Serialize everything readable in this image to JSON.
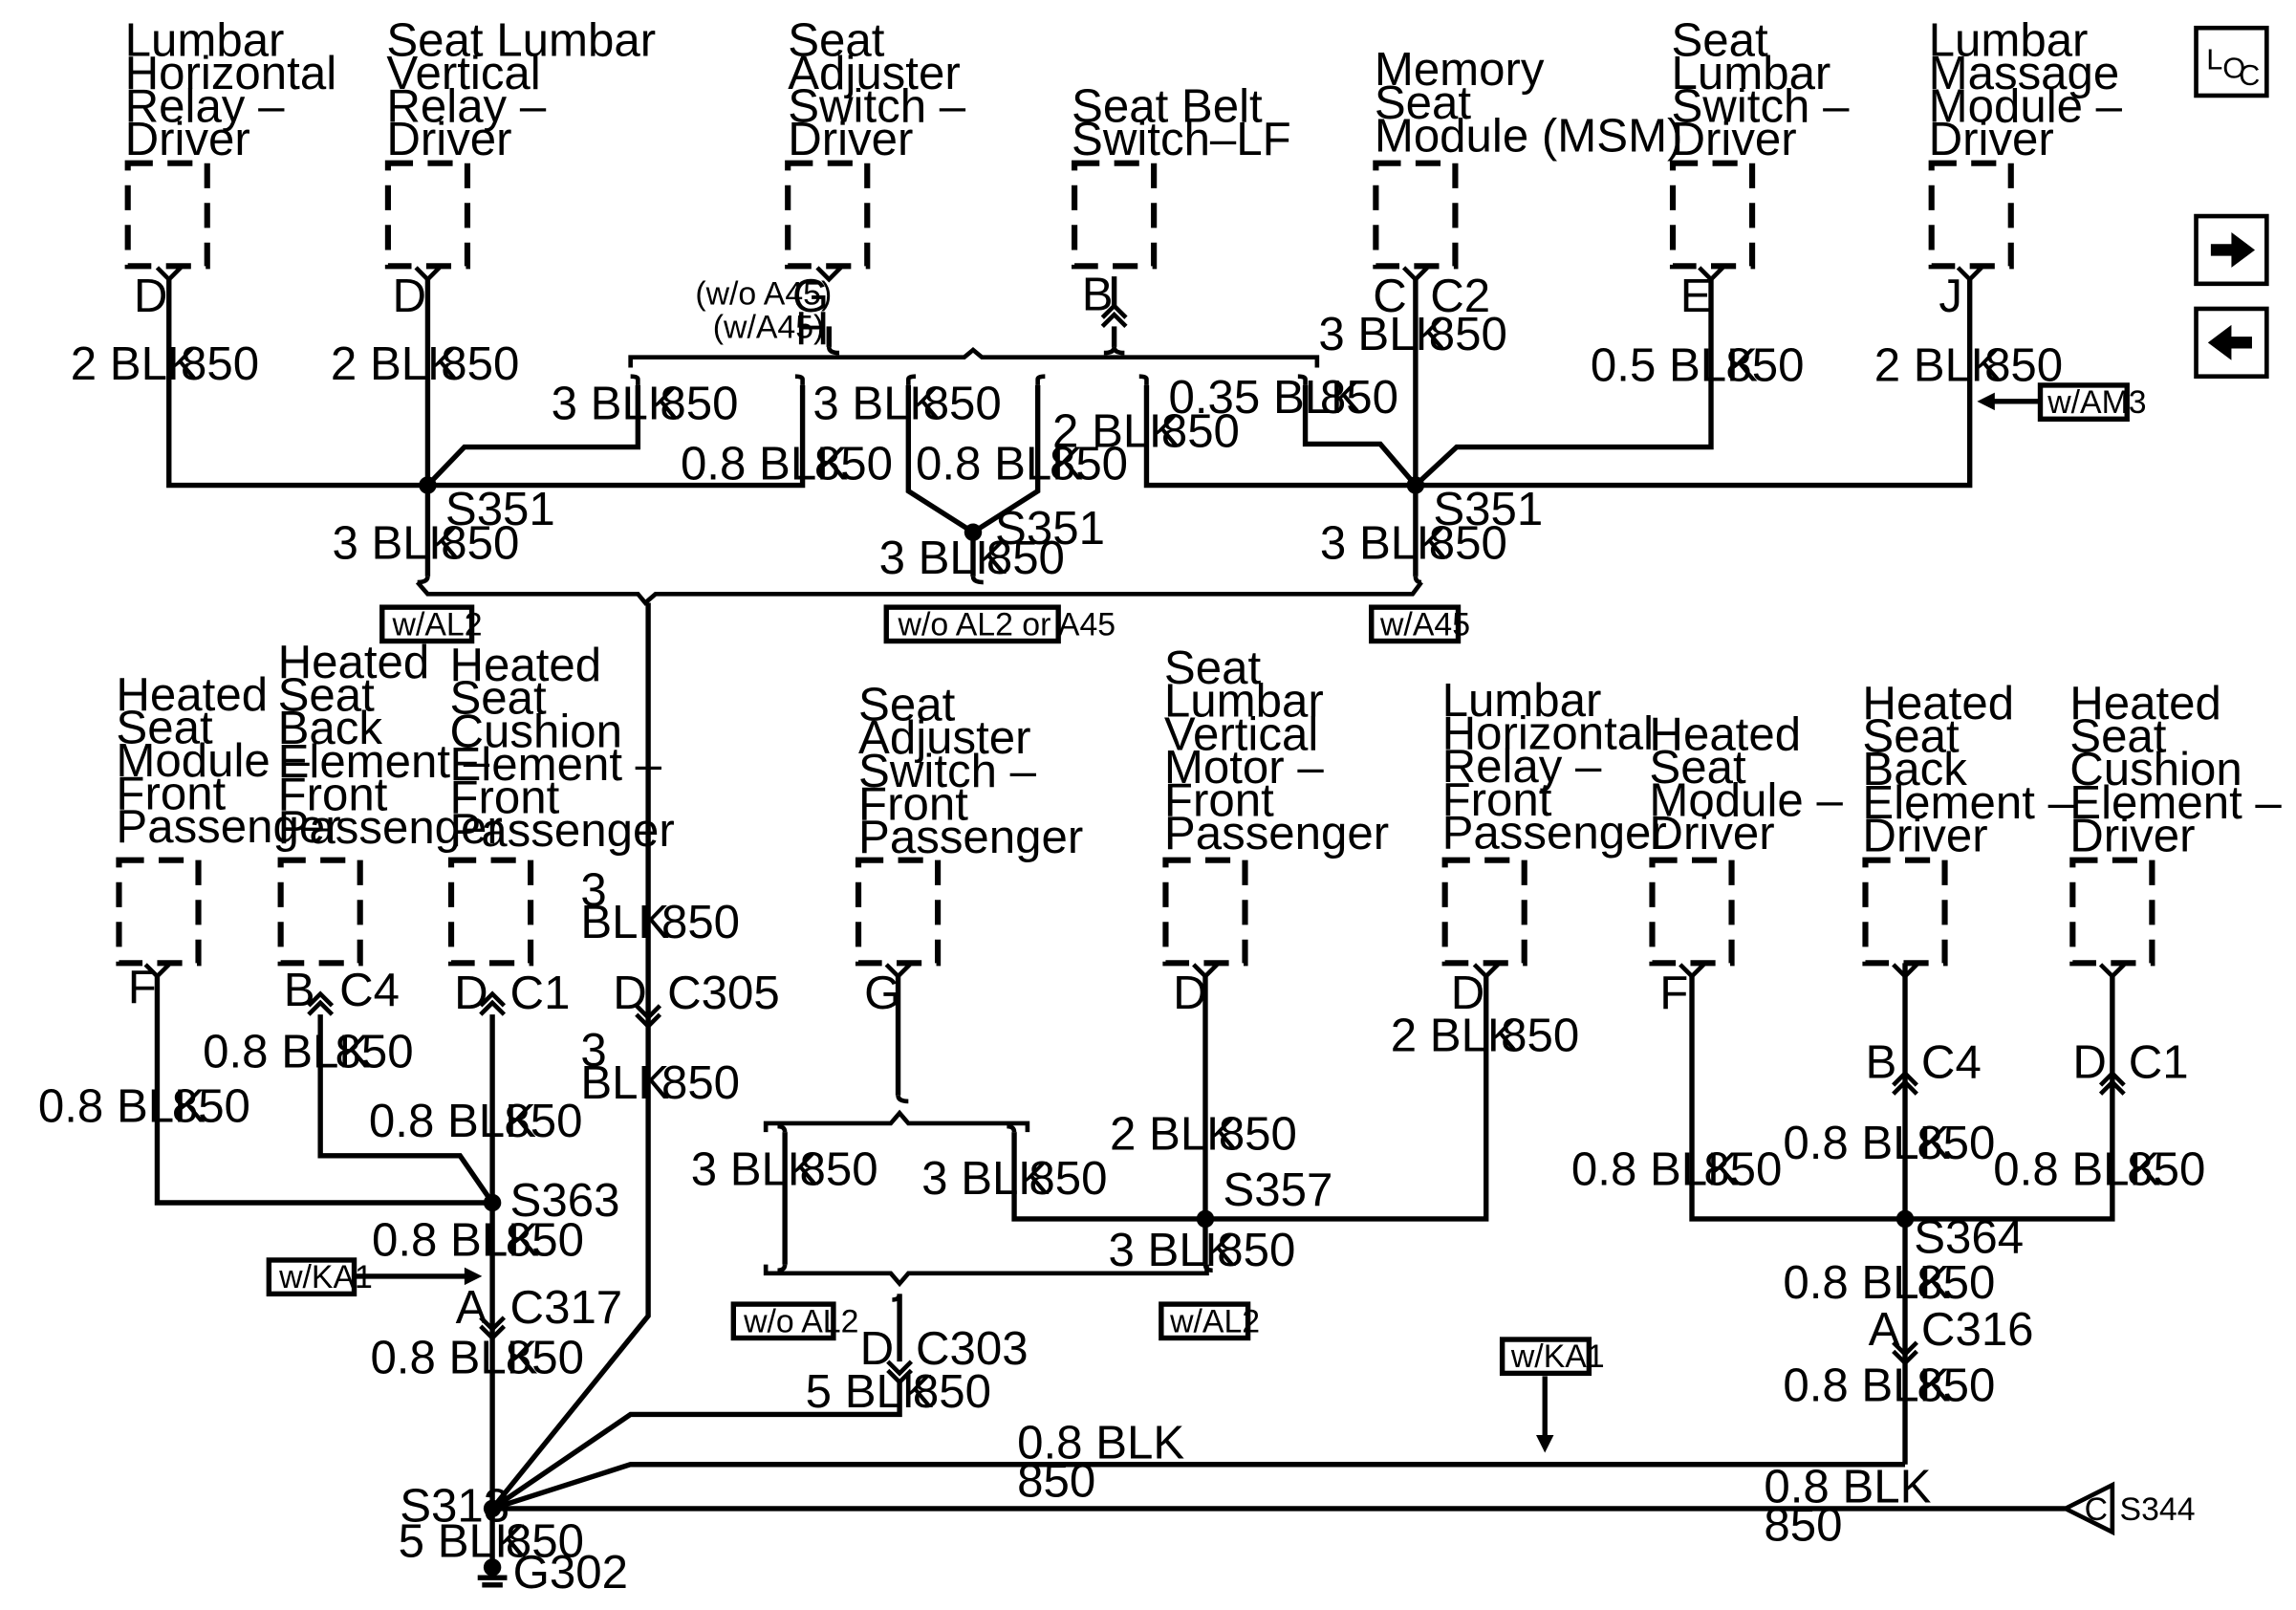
{
  "components": {
    "lumbar_horiz_driver": [
      "Lumbar",
      "Horizontal",
      "Relay –",
      "Driver"
    ],
    "seat_lumbar_vert_driver": [
      "Seat Lumbar",
      "Vertical",
      "Relay –",
      "Driver"
    ],
    "seat_adjuster_driver": [
      "Seat",
      "Adjuster",
      "Switch –",
      "Driver"
    ],
    "seat_belt_switch": [
      "Seat Belt",
      "Switch–LF"
    ],
    "memory_seat_module": [
      "Memory",
      "Seat",
      "Module (MSM)"
    ],
    "seat_lumbar_switch_driver": [
      "Seat",
      "Lumbar",
      "Switch –",
      "Driver"
    ],
    "lumbar_massage_driver": [
      "Lumbar",
      "Massage",
      "Module –",
      "Driver"
    ],
    "heated_module_fp": [
      "Heated",
      "Seat",
      "Module –",
      "Front",
      "Passenger"
    ],
    "heated_back_fp": [
      "Heated",
      "Seat",
      "Back",
      "Element –",
      "Front",
      "Passenger"
    ],
    "heated_cushion_fp": [
      "Heated",
      "Seat",
      "Cushion",
      "Element –",
      "Front",
      "Passenger"
    ],
    "seat_adjuster_fp": [
      "Seat",
      "Adjuster",
      "Switch –",
      "Front",
      "Passenger"
    ],
    "seat_lumbar_motor_fp": [
      "Seat",
      "Lumbar",
      "Vertical",
      "Motor –",
      "Front",
      "Passenger"
    ],
    "lumbar_horiz_fp": [
      "Lumbar",
      "Horizontal",
      "Relay –",
      "Front",
      "Passenger"
    ],
    "heated_module_driver": [
      "Heated",
      "Seat",
      "Module –",
      "Driver"
    ],
    "heated_back_driver": [
      "Heated",
      "Seat",
      "Back",
      "Element –",
      "Driver"
    ],
    "heated_cushion_driver": [
      "Heated",
      "Seat",
      "Cushion",
      "Element –",
      "Driver"
    ]
  },
  "pins": {
    "d1": "D",
    "d2": "D",
    "g1": "G",
    "h1": "H",
    "wo_a45": "(w/o A45)",
    "w_a45": "(w/A45)",
    "b1": "B",
    "c1": "C",
    "c2": "C2",
    "e1": "E",
    "j1": "J",
    "f1": "F",
    "b2": "B",
    "c4a": "C4",
    "d3": "D",
    "c1a": "C1",
    "d4": "D",
    "c305": "C305",
    "g2": "G",
    "d5": "D",
    "d6": "D",
    "f2": "F",
    "b3": "B",
    "c4b": "C4",
    "d7": "D",
    "c1b": "C1",
    "a1": "A",
    "c317": "C317",
    "d8": "D",
    "c303": "C303",
    "a2": "A",
    "c316": "C316",
    "c_s344": "C"
  },
  "wires": {
    "blk2": "2 BLK",
    "blk3": "3 BLK",
    "blk05": "0.5 BLK",
    "blk035": "0.35 BLK",
    "blk08": "0.8 BLK",
    "blk5": "5 BLK",
    "num3": "3",
    "blk": "BLK",
    "circuit": "850"
  },
  "splices": {
    "s351": "S351",
    "s363": "S363",
    "s357": "S357",
    "s364": "S364",
    "s313": "S313",
    "g302": "G302",
    "s344": "S344"
  },
  "options": {
    "w_al2": "w/AL2",
    "wo_al2_a45": "w/o AL2 or A45",
    "w_a45": "w/A45",
    "w_am3": "w/AM3",
    "w_ka1": "w/KA1",
    "wo_al2": "w/o AL2"
  },
  "loc": {
    "l": "L",
    "o": "O",
    "c": "C"
  },
  "nav": {
    "next_icon": "arrow-right-icon",
    "prev_icon": "arrow-left-icon"
  }
}
